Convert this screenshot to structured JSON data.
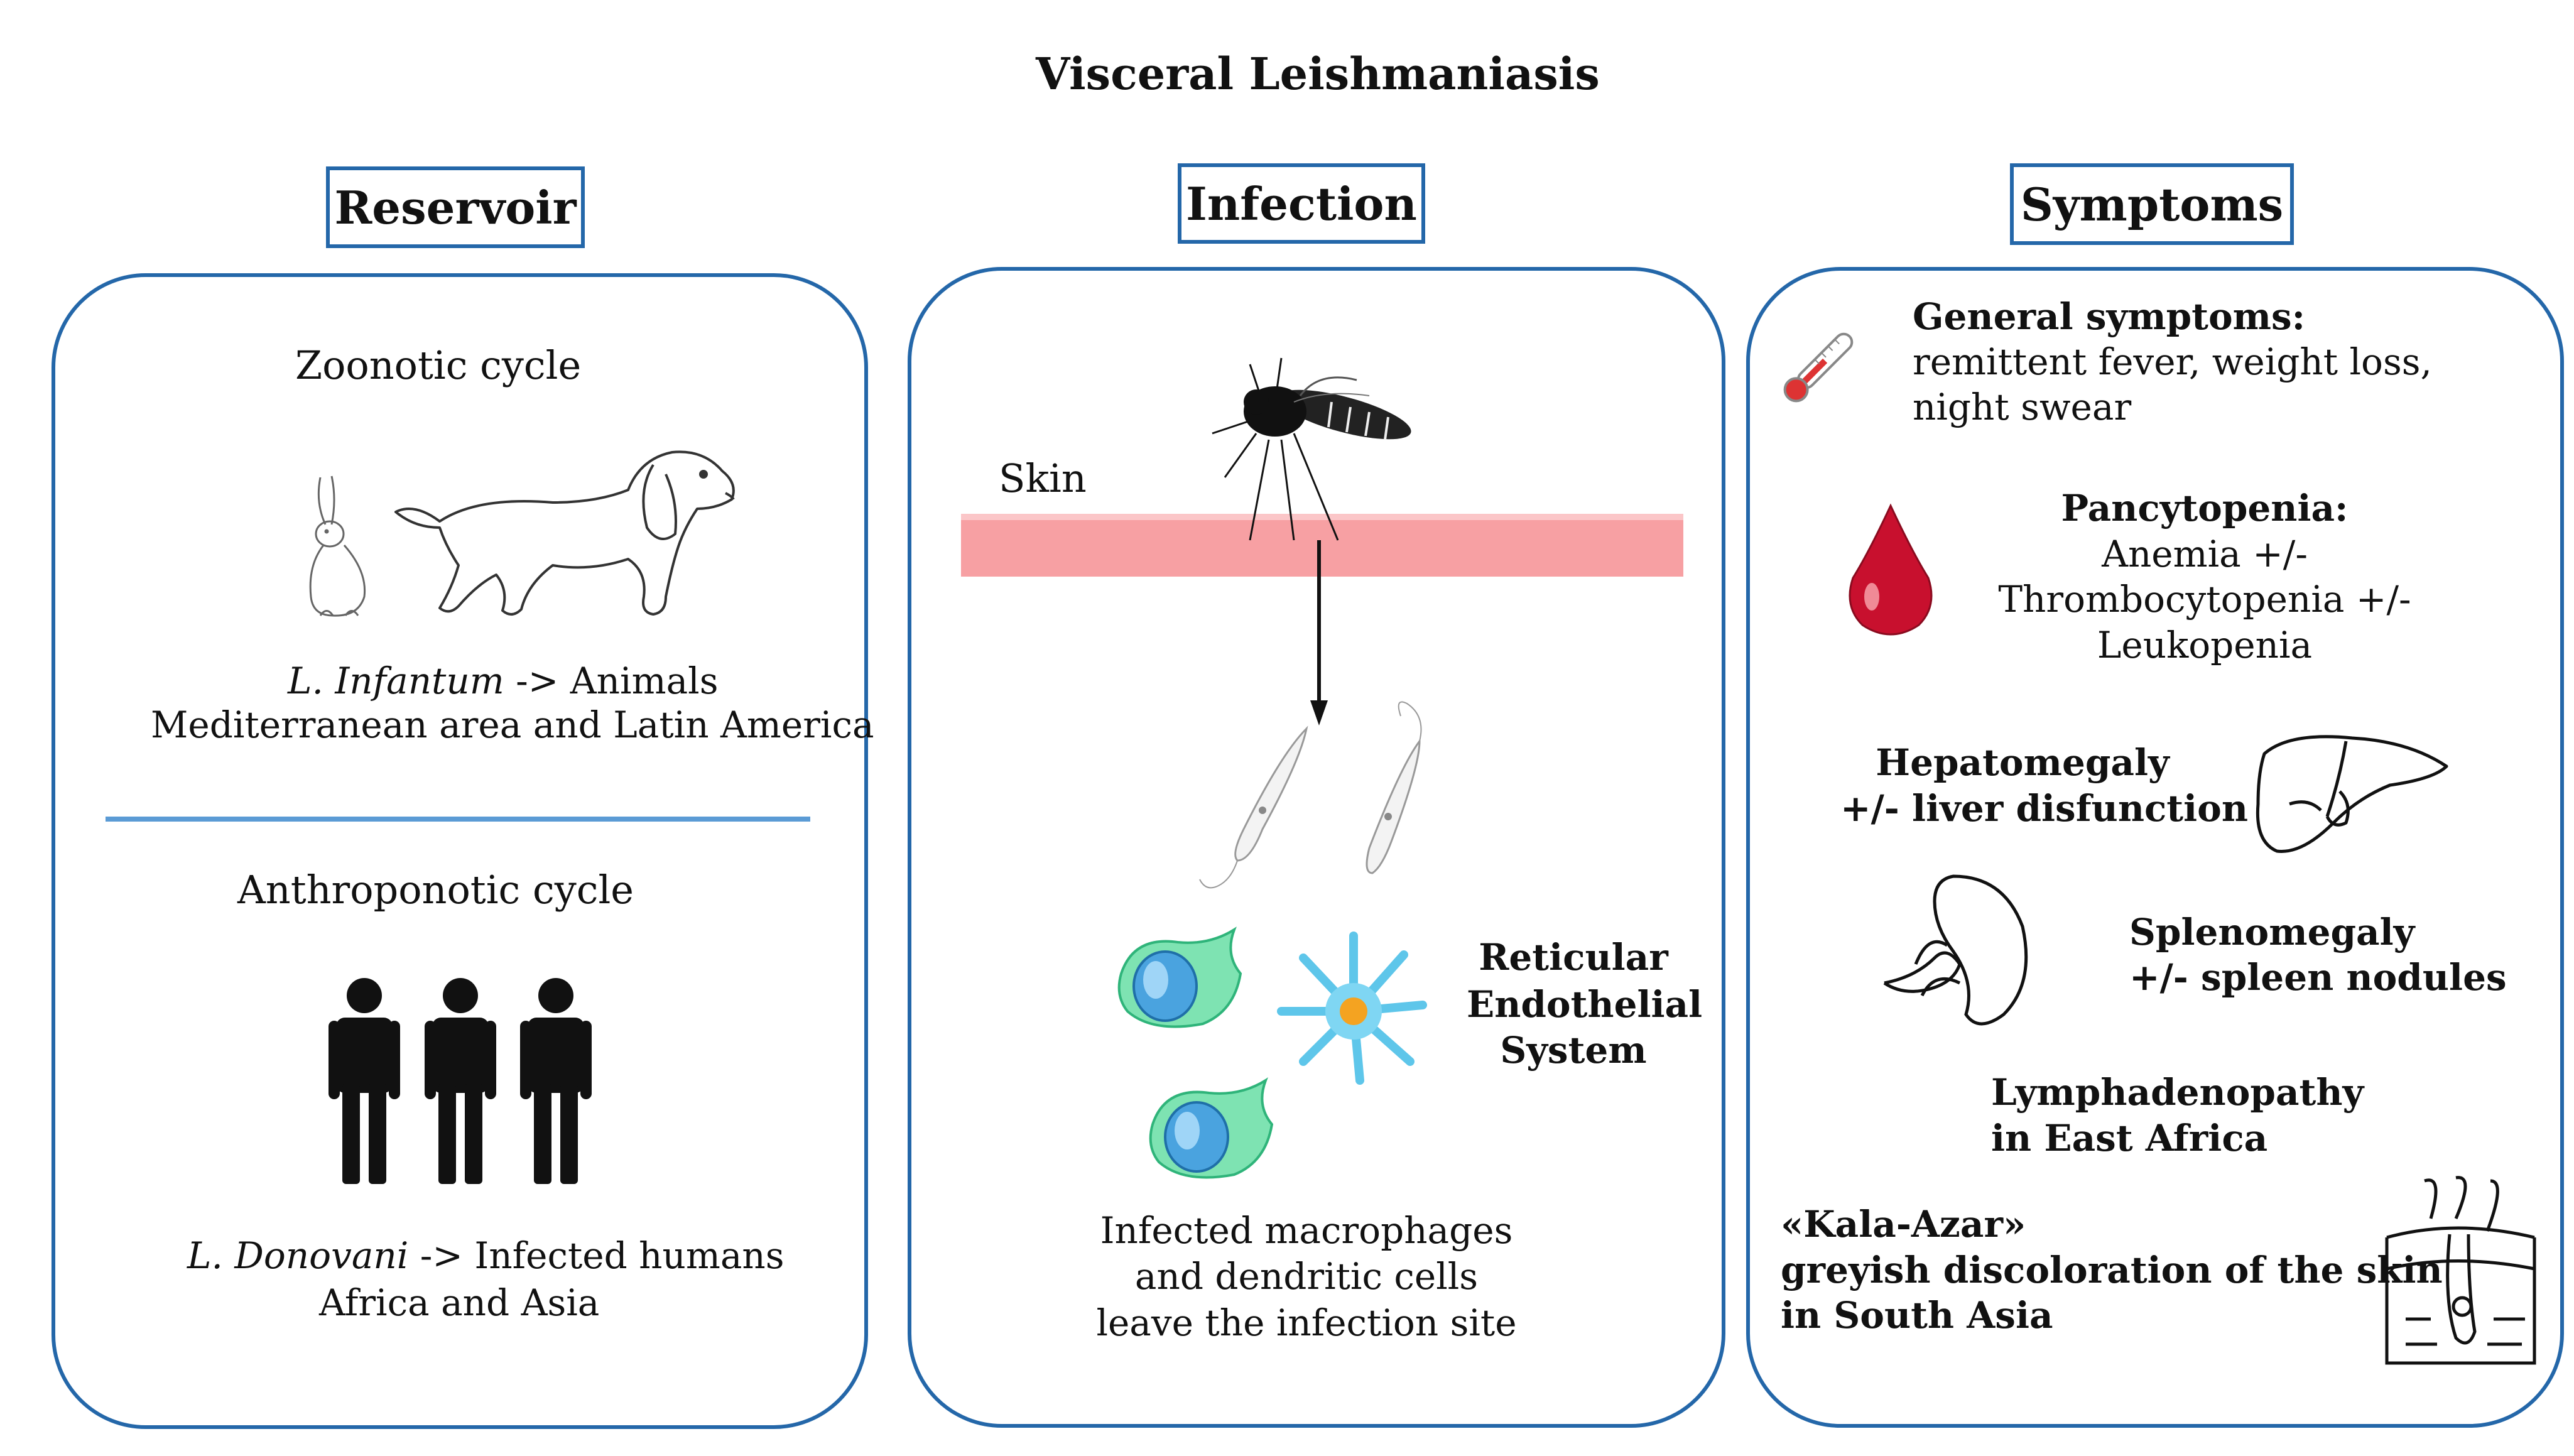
{
  "title": "Visceral Leishmaniasis",
  "headers": {
    "reservoir": "Reservoir",
    "infection": "Infection",
    "symptoms": "Symptoms"
  },
  "reservoir": {
    "zoonotic_label": "Zoonotic cycle",
    "zoonotic_species": "L. Infantum",
    "zoonotic_host": " -> Animals",
    "zoonotic_region": "Mediterranean area and Latin America",
    "anthroponotic_label": "Anthroponotic cycle",
    "anthroponotic_species": "L. Donovani",
    "anthroponotic_host": " -> Infected humans",
    "anthroponotic_region": "Africa and Asia",
    "icons": [
      "rabbit-icon",
      "dog-icon",
      "people-icon"
    ]
  },
  "infection": {
    "skin_label": "Skin",
    "res_line1": "Reticular",
    "res_line2": "Endothelial",
    "res_line3": "System",
    "caption_line1": "Infected macrophages",
    "caption_line2": "and dendritic cells",
    "caption_line3": "leave the infection  site",
    "skin_color": "#f7a0a3",
    "icons": [
      "mosquito-icon",
      "promastigote-icon",
      "macrophage-icon",
      "dendritic-cell-icon"
    ]
  },
  "symptoms": {
    "general_title": "General symptoms:",
    "general_line1": "remittent fever, weight loss,",
    "general_line2": "night swear",
    "pancyto_title": "Pancytopenia:",
    "pancyto_line1": "Anemia +/-",
    "pancyto_line2": "Thrombocytopenia +/-",
    "pancyto_line3": "Leukopenia",
    "hepato_line1": "Hepatomegaly",
    "hepato_line2": "+/- liver disfunction",
    "spleno_line1": "Splenomegaly",
    "spleno_line2": "+/- spleen nodules",
    "lymph_line1": "Lymphadenopathy",
    "lymph_line2": "in East Africa",
    "kala_line1": "«Kala-Azar»",
    "kala_line2": "greyish discoloration of the skin",
    "kala_line3": "in South Asia",
    "icons": [
      "thermometer-icon",
      "blood-drop-icon",
      "liver-icon",
      "spleen-icon",
      "skin-section-icon"
    ]
  },
  "colors": {
    "border": "#2467a9",
    "divider": "#5b9bd5",
    "blood": "#c8102e",
    "macrophage": "#3ecf8e",
    "nucleus": "#3a8fd0"
  }
}
